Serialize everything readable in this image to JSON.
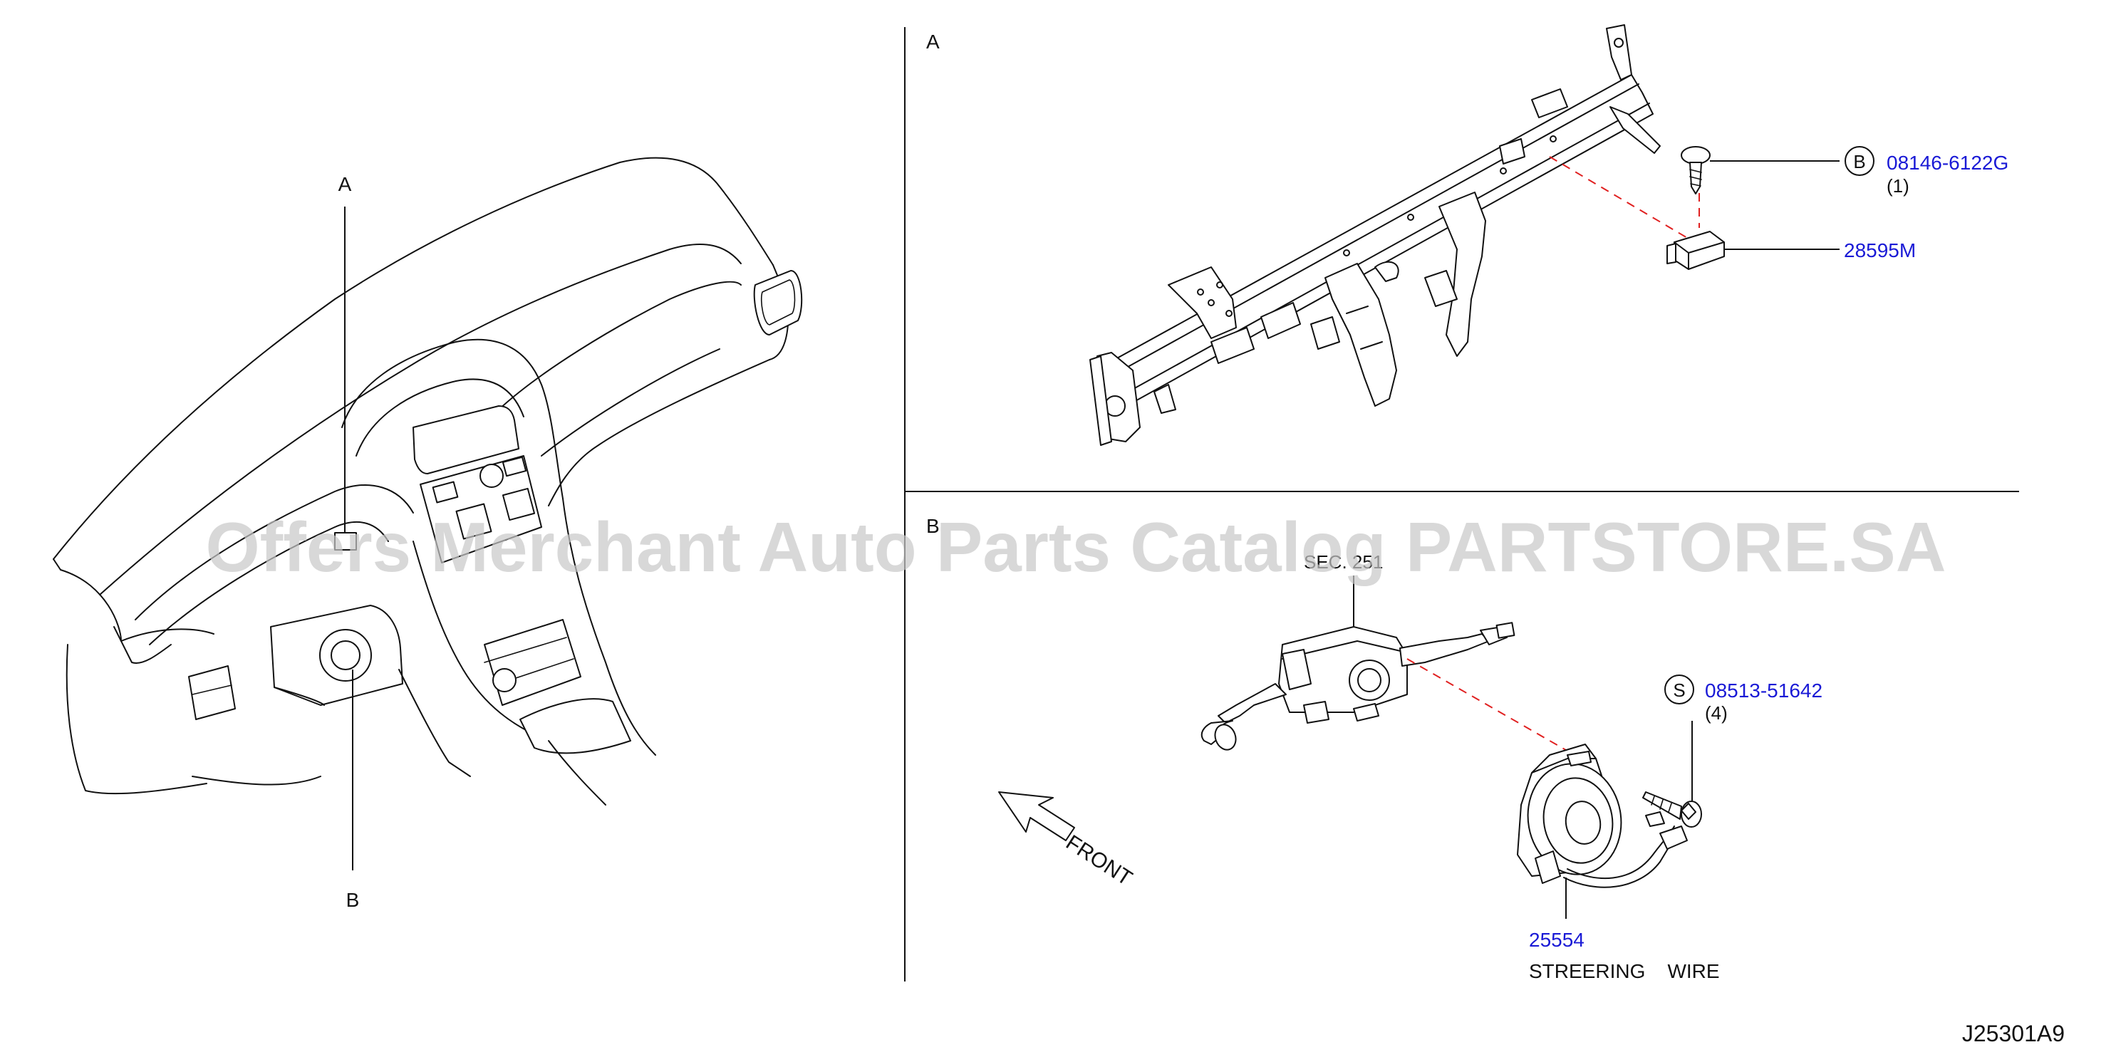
{
  "view_labels": {
    "overview_a": "A",
    "overview_b": "B",
    "section_a": "A",
    "section_b": "B"
  },
  "section_ref": "SEC. 251",
  "parts": {
    "bolt": {
      "symbol": "B",
      "number": "08146-6122G",
      "qty": "(1)"
    },
    "bracket": {
      "number": "28595M"
    },
    "screw": {
      "symbol": "S",
      "number": "08513-51642",
      "qty": "(4)"
    },
    "wire": {
      "number": "25554",
      "name": "STREERING    WIRE"
    }
  },
  "front_label": "FRONT",
  "diagram_code": "J25301A9",
  "watermark": "Offers Merchant Auto Parts Catalog PARTSTORE.SA",
  "colors": {
    "part_number": "#1a1ad6",
    "dash_line": "#e02020",
    "line": "#111111"
  }
}
